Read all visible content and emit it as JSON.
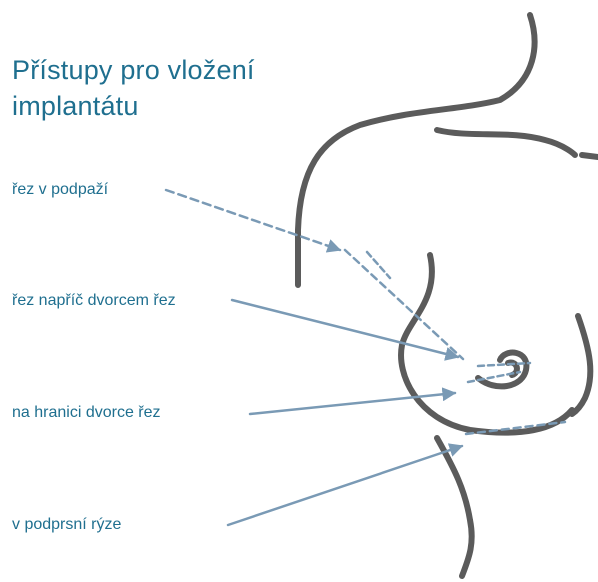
{
  "title": "Přístupy pro vložení implantátu",
  "labels": [
    {
      "id": "axillary",
      "text": "řez v podpaží"
    },
    {
      "id": "periareolar-transverse",
      "text": "řez napříč dvorcem řez"
    },
    {
      "id": "periareolar-border",
      "text": "na hranici dvorce řez"
    },
    {
      "id": "inframammary",
      "text": "v podprsní rýze"
    }
  ],
  "colors": {
    "text": "#1f6f8f",
    "arrow": "#7a9ab5",
    "outline": "#5b5b5b",
    "background": "#ffffff"
  }
}
